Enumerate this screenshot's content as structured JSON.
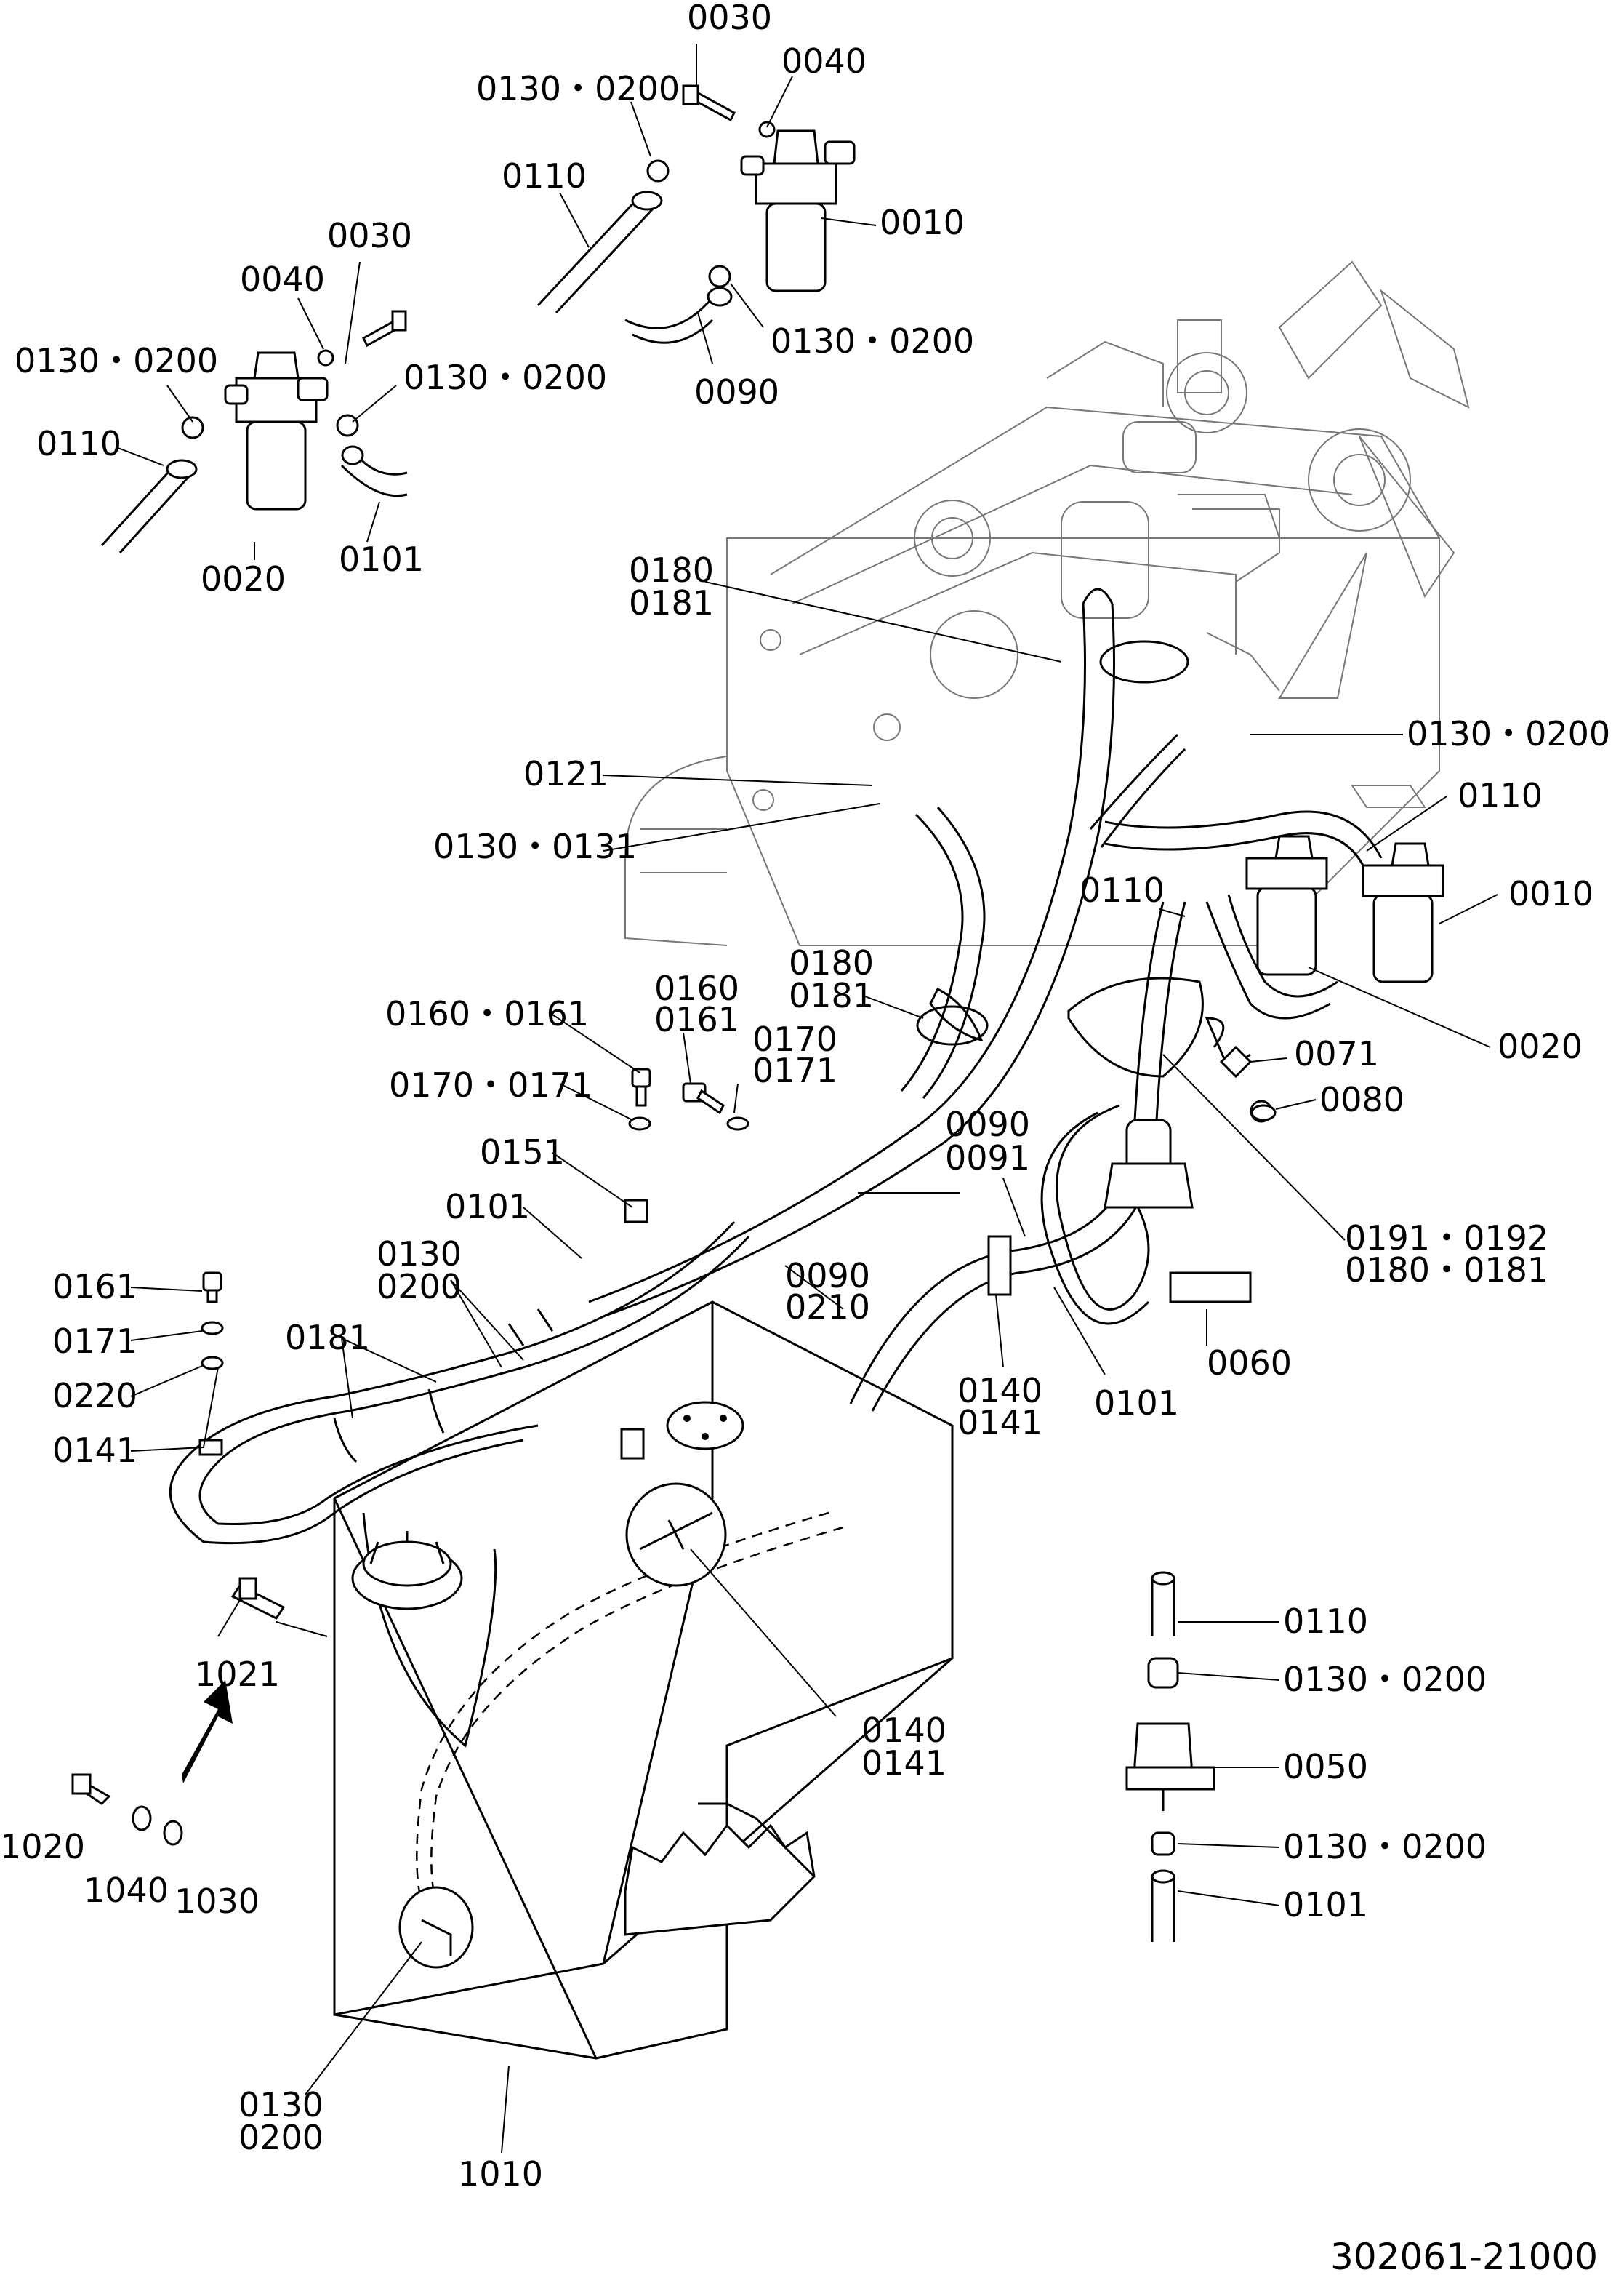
{
  "drawing_number": "302061-21000",
  "callouts": {
    "c01": "0030",
    "c02": "0040",
    "c03": "0130・0200",
    "c04": "0110",
    "c05": "0010",
    "c06": "0130・0200",
    "c07": "0090",
    "c08": "0030",
    "c09": "0040",
    "c10": "0130・0200",
    "c11": "0130・0200",
    "c12": "0110",
    "c13": "0020",
    "c14": "0101",
    "c15a": "0180",
    "c15b": "0181",
    "c16": "0130・0200",
    "c17": "0121",
    "c18": "0110",
    "c19": "0130・0131",
    "c20": "0110",
    "c21": "0010",
    "c22a": "0180",
    "c22b": "0181",
    "c23": "0020",
    "c24": "0160・0161",
    "c25a": "0160",
    "c25b": "0161",
    "c26a": "0170",
    "c26b": "0171",
    "c27": "0071",
    "c28": "0170・0171",
    "c29": "0080",
    "c30a": "0090",
    "c30b": "0091",
    "c31": "0151",
    "c32": "0101",
    "c33a": "0191・0192",
    "c33b": "0180・0181",
    "c34a": "0130",
    "c34b": "0200",
    "c35a": "0090",
    "c35b": "0210",
    "c36": "0161",
    "c37": "0171",
    "c38": "0181",
    "c39": "0060",
    "c40": "0220",
    "c41a": "0140",
    "c41b": "0141",
    "c42": "0101",
    "c43": "0141",
    "c44": "0110",
    "c45": "1021",
    "c46": "0130・0200",
    "c47a": "0140",
    "c47b": "0141",
    "c48": "0050",
    "c49": "1020",
    "c50": "1040",
    "c51": "1030",
    "c52": "0130・0200",
    "c53": "0101",
    "c54a": "0130",
    "c54b": "0200",
    "c55": "1010"
  }
}
